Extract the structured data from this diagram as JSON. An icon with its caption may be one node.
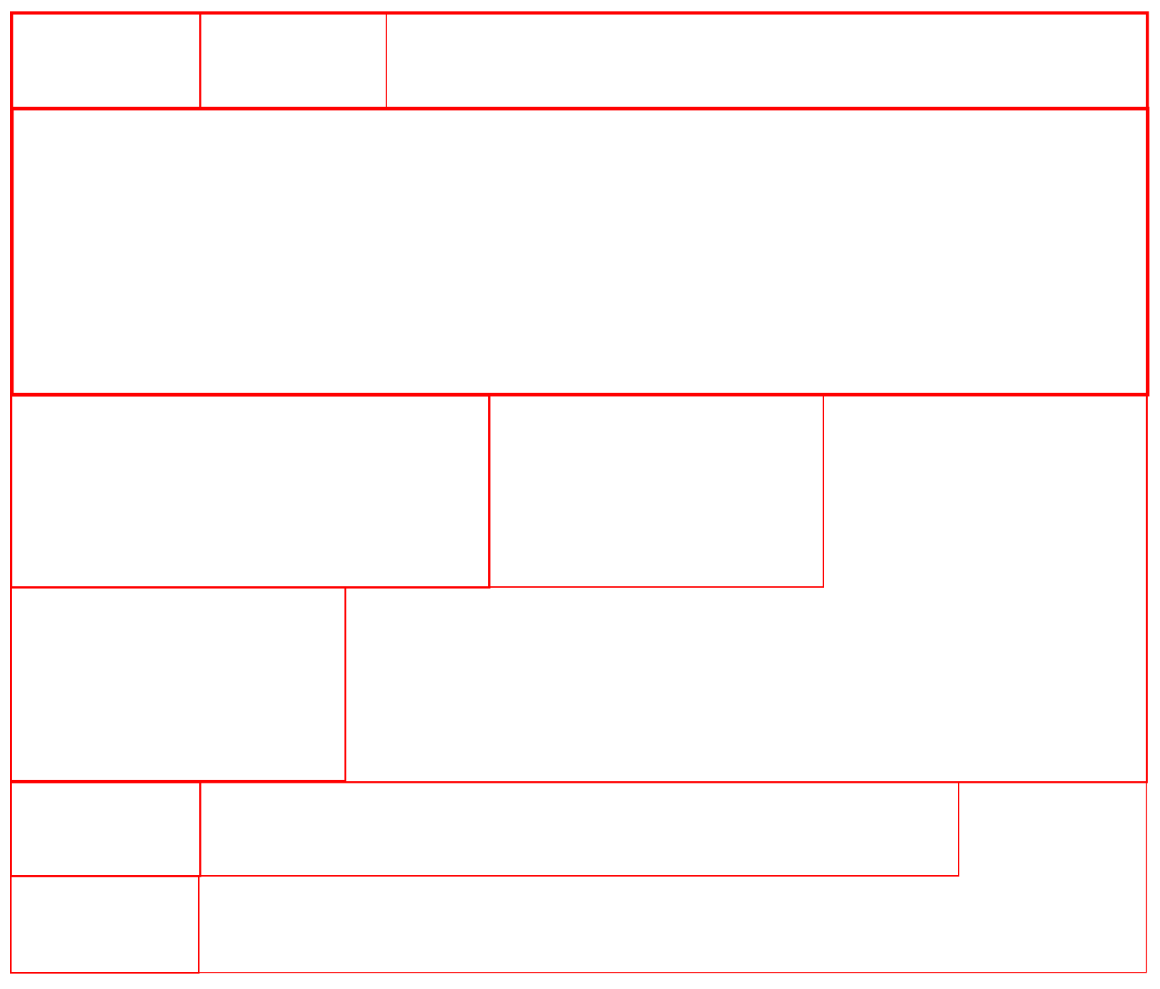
{
  "diagram": {
    "nodes": [
      {
        "text": [],
        "shape": "box"
      },
      {
        "text": [],
        "shape": "box",
        "in": 0
      },
      {
        "text": [],
        "shape": "box",
        "in": 0
      },
      {
        "text": [],
        "shape": "box"
      },
      {
        "text": [],
        "shape": "box"
      },
      {
        "text": [],
        "shape": "box",
        "in": 4
      },
      {
        "text": [],
        "shape": "box",
        "in": 4
      },
      {
        "text": [],
        "shape": "box",
        "in": 4
      },
      {
        "text": [],
        "shape": "box"
      },
      {
        "text": [],
        "shape": "box",
        "in": 8
      },
      {
        "text": [],
        "shape": "box",
        "in": 8
      },
      {
        "text": [],
        "shape": "box",
        "in": 8
      }
    ]
  }
}
